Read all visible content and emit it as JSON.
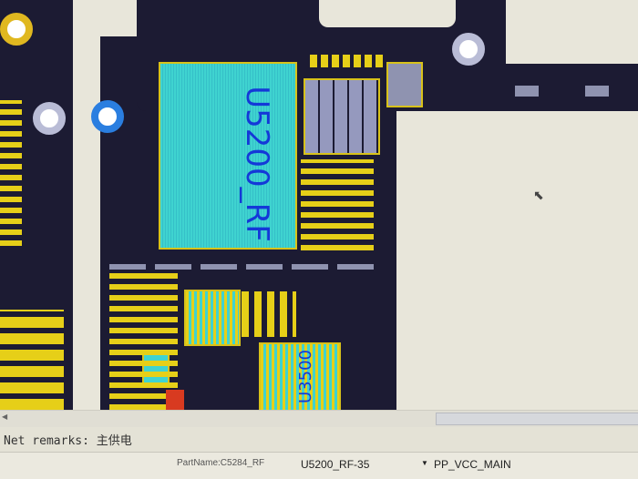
{
  "board": {
    "main_chip_label": "U5200_RF",
    "second_chip_label": "U3500"
  },
  "status": {
    "net_remarks_label": "Net remarks:",
    "net_remarks_value": "主供电"
  },
  "bottom_bar": {
    "part_name": "PartName:C5284_RF",
    "pin": "U5200_RF-35",
    "net": "PP_VCC_MAIN"
  },
  "colors": {
    "board": "#1c1b33",
    "pad": "#e6cf18",
    "chip_highlight": "#3fd3d0",
    "label": "#1438d8"
  }
}
